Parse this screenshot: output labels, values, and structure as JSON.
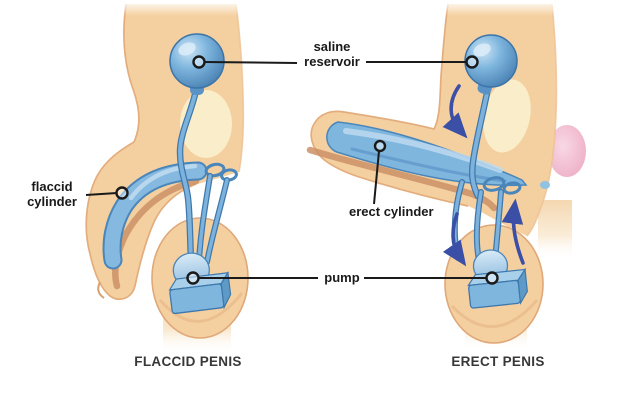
{
  "figure": {
    "subject": "inflatable penile prosthesis diagram",
    "labels": {
      "saline_reservoir": "saline reservoir",
      "flaccid_cylinder": "flaccid cylinder",
      "erect_cylinder": "erect cylinder",
      "pump": "pump"
    },
    "panels": [
      {
        "id": "flaccid",
        "caption": "FLACCID PENIS"
      },
      {
        "id": "erect",
        "caption": "ERECT PENIS"
      }
    ],
    "palette": {
      "background": "#ffffff",
      "skin": "#f4d0a0",
      "skin_edge": "#e2aa79",
      "skin_highlight": "#fbefcd",
      "urethra": "#cb9166",
      "implant_blue": "#7fb6de",
      "implant_blue_dark": "#4a86ba",
      "implant_blue_light": "#c2ddf0",
      "flow_arrow_blue": "#3a4fa5",
      "pink_tissue": "#f0b8cc",
      "label_text": "#191919",
      "caption_text": "#383838",
      "leader_line": "#1a1a1a"
    }
  }
}
